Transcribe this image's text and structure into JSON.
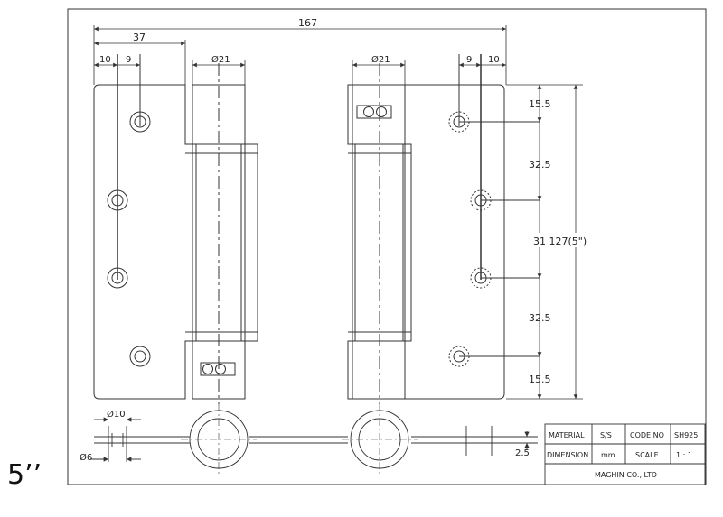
{
  "dimensions": {
    "overall_width": "167",
    "leaf_width": "37",
    "edge_10_left": "10",
    "edge_9_left": "9",
    "edge_9_right": "9",
    "edge_10_right": "10",
    "knuckle_dia_left": "Ø21",
    "knuckle_dia_right": "Ø21",
    "v_15_5_top": "15.5",
    "v_32_5_upper": "32.5",
    "v_31_127": "31 127(5\")",
    "v_32_5_lower": "32.5",
    "v_15_5_bottom": "15.5",
    "pin_dia": "Ø10",
    "screw_dia": "Ø6",
    "thickness": "2.5"
  },
  "title_block": {
    "material_label": "MATERIAL",
    "material_value": "S/S",
    "code_label": "CODE NO",
    "code_value": "SH925",
    "dimension_label": "DIMENSION",
    "dimension_value": "mm",
    "scale_label": "SCALE",
    "scale_value": "1 : 1",
    "company": "MAGHIN CO., LTD"
  },
  "size_label": "5’’"
}
